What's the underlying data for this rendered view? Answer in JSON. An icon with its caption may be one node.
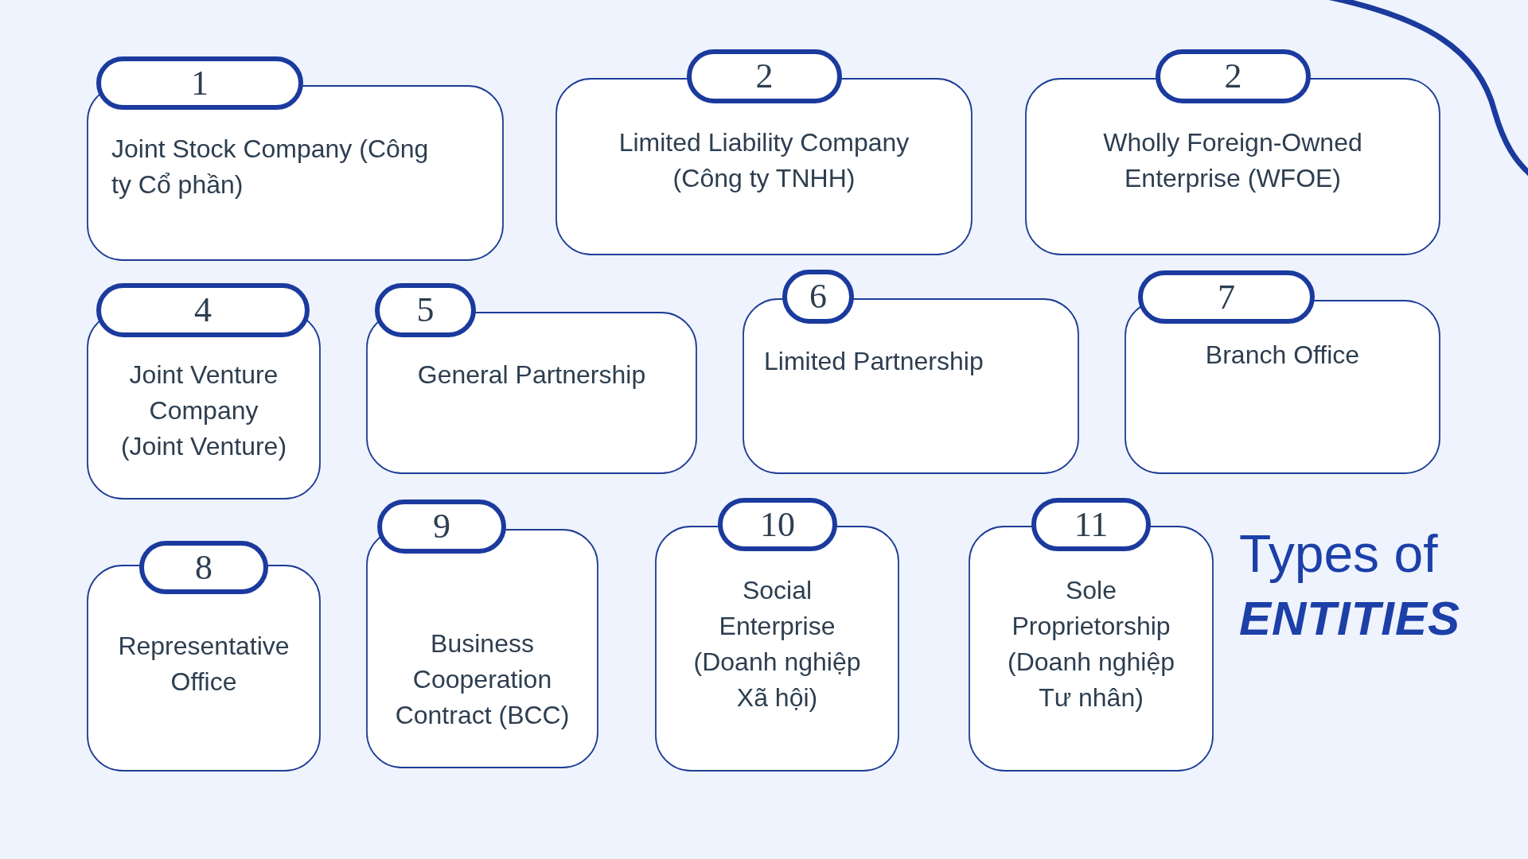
{
  "diagram": {
    "title": "Types of *ENTITIES*",
    "nodes": [
      {
        "text": [
          "1",
          "Joint Stock Company (Công ty Cổ phần)"
        ]
      },
      {
        "text": [
          "2",
          "Limited Liability Company (Công ty TNHH)"
        ]
      },
      {
        "text": [
          "2",
          "Wholly Foreign-Owned Enterprise (WFOE)"
        ]
      },
      {
        "text": [
          "4",
          "Joint Venture Company (Joint Venture)"
        ]
      },
      {
        "text": [
          "5",
          "General Partnership"
        ]
      },
      {
        "text": [
          "6",
          "Limited Partnership"
        ]
      },
      {
        "text": [
          "7",
          "Branch Office"
        ]
      },
      {
        "text": [
          "8",
          "Representative Office"
        ]
      },
      {
        "text": [
          "9",
          "Business Cooperation Contract (BCC)"
        ]
      },
      {
        "text": [
          "10",
          "Social Enterprise (Doanh nghiệp Xã hội)"
        ]
      },
      {
        "text": [
          "11",
          "Sole Proprietorship (Doanh nghiệp Tư nhân)"
        ]
      }
    ]
  }
}
